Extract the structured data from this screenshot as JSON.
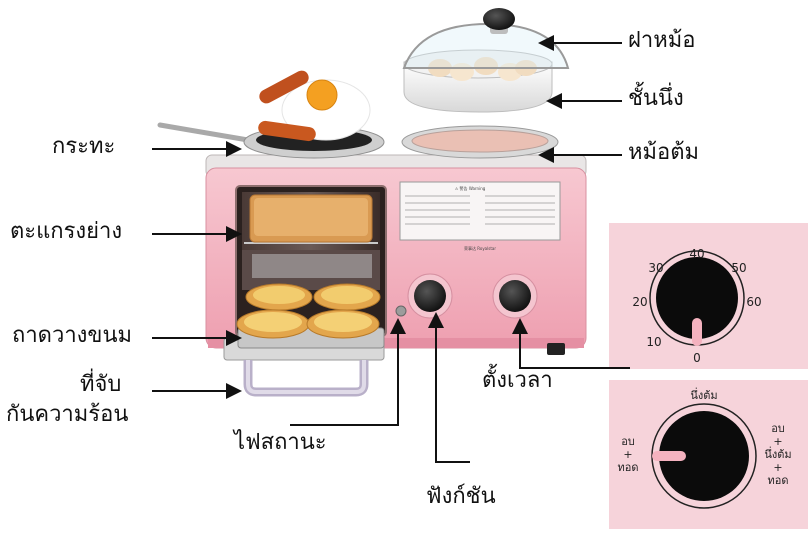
{
  "labels": {
    "lid": "ฝาหม้อ",
    "steamer": "ชั้นนึ่ง",
    "pot": "หม้อต้ม",
    "pan": "กระทะ",
    "grill": "ตะแกรงย่าง",
    "tray": "ถาดวางขนม",
    "handle_line1": "ที่จับ",
    "handle_line2": "กันความร้อน",
    "lamp": "ไฟสถานะ",
    "timer": "ตั้งเวลา",
    "function": "ฟังก์ชัน"
  },
  "timer_dial": {
    "marks": [
      "0",
      "10",
      "20",
      "30",
      "40",
      "50",
      "60"
    ],
    "current_minutes": 0
  },
  "function_dial": {
    "top": "นึ่งต้ม",
    "left": [
      "อบ",
      "+",
      "ทอด"
    ],
    "right": [
      "อบ",
      "+",
      "นึ่งต้ม",
      "+",
      "ทอด"
    ]
  },
  "panel": {
    "warning_title": "⚠ 警告 Warning",
    "brand": "荣事达 Royalstar"
  },
  "colors": {
    "body_pink": "#f2b7c3",
    "panel_pink": "#f6d3da",
    "knob_black": "#151515",
    "arrow": "#111111"
  }
}
